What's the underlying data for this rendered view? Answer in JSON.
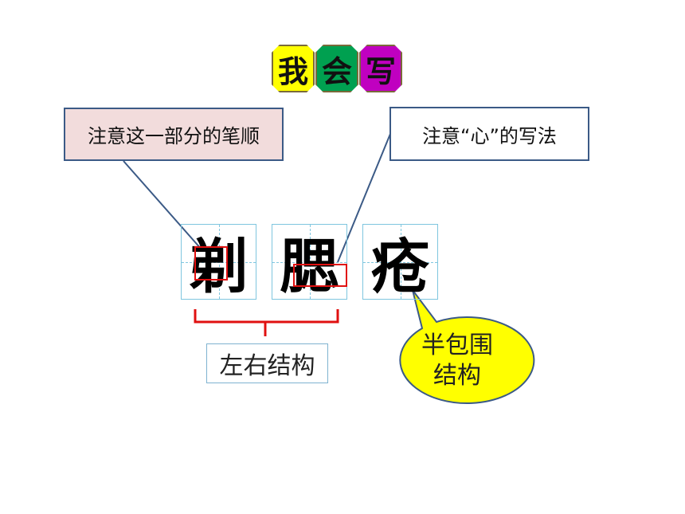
{
  "title_badges": [
    {
      "char": "我",
      "color": "#ffff00"
    },
    {
      "char": "会",
      "color": "#00a050"
    },
    {
      "char": "写",
      "color": "#c000c0"
    }
  ],
  "callout_left": {
    "text": "注意这一部分的笔顺",
    "background": "#f2dcdc"
  },
  "callout_right": {
    "text": "注意“心”的写法",
    "background": "#ffffff"
  },
  "characters": [
    "剃",
    "腮",
    "疮"
  ],
  "structure_label": "左右结构",
  "bubble": {
    "line1": "半包围",
    "line2": "结构",
    "color": "#ffff00"
  }
}
